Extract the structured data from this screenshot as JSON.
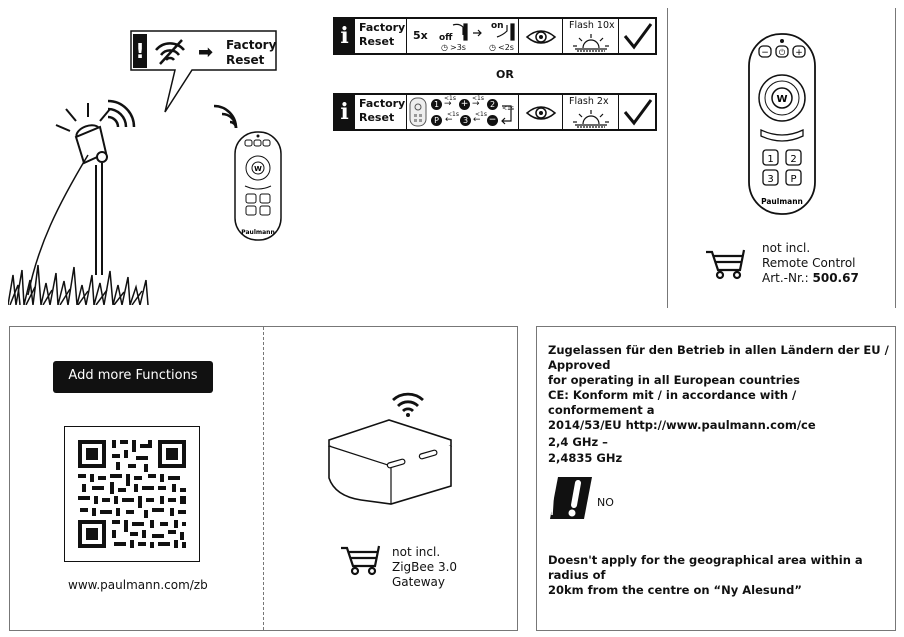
{
  "top_left": {
    "callout_label_line1": "Factory",
    "callout_label_line2": "Reset",
    "remote_brand": "Paulmann"
  },
  "reset_box_1": {
    "label_line1": "Factory",
    "label_line2": "Reset",
    "count": "5x",
    "off_label": "off",
    "on_label": "on",
    "off_time": ">3s",
    "on_time": "<2s",
    "result": "Flash 10x"
  },
  "or_label": "OR",
  "reset_box_2": {
    "label_line1": "Factory",
    "label_line2": "Reset",
    "steps": [
      "1",
      "+",
      "2",
      "P",
      "3",
      "−"
    ],
    "timings": [
      "<1s",
      "<1s",
      "<1s",
      "<1s",
      "<1s"
    ],
    "result": "Flash 2x"
  },
  "remote_panel": {
    "brand": "Paulmann",
    "note_line1": "not incl.",
    "note_line2": "Remote Control",
    "art_label": "Art.-Nr.:",
    "art_number": "500.67",
    "buttons": [
      "1",
      "2",
      "3",
      "P"
    ]
  },
  "functions_panel": {
    "button_label": "Add more Functions",
    "url": "www.paulmann.com/zb",
    "gateway_note_line1": "not incl.",
    "gateway_note_line2": "ZigBee 3.0",
    "gateway_note_line3": "Gateway"
  },
  "legal_panel": {
    "line1": "Zugelassen für den Betrieb in allen Ländern der EU / Approved",
    "line2": "for operating in all European countries",
    "line3": "CE: Konform mit / in accordance with / conformement a",
    "line4": "2014/53/EU http://www.paulmann.com/ce",
    "freq_line1": "2,4 GHz –",
    "freq_line2": "2,4835 GHz",
    "country": "NO",
    "note_line1": "Doesn't apply for the geographical area within a radius of",
    "note_line2": "20km from the centre on “Ny Alesund”"
  }
}
